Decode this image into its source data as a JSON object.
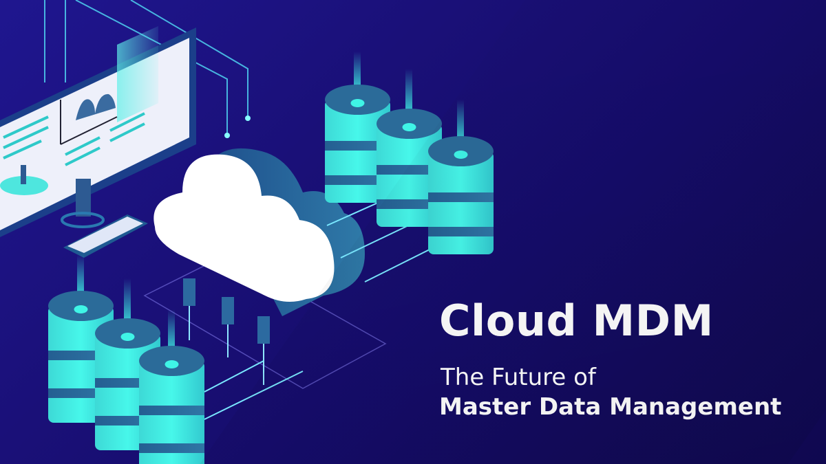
{
  "banner": {
    "title": "Cloud MDM",
    "subtitle_line1": "The Future of",
    "subtitle_line2": "Master Data Management"
  },
  "illustration": {
    "elements": [
      "monitor-dashboard",
      "keyboard",
      "cloud",
      "database-cluster-top-right",
      "database-cluster-bottom-left",
      "connection-lines"
    ]
  },
  "colors": {
    "background": "#1a1078",
    "background_dark": "#0f0850",
    "accent_cyan": "#3ff5e6",
    "cylinder_band": "#2d6e9c",
    "cloud_white": "#ffffff",
    "cloud_side": "#2a6a9e",
    "text": "#ffffff"
  }
}
